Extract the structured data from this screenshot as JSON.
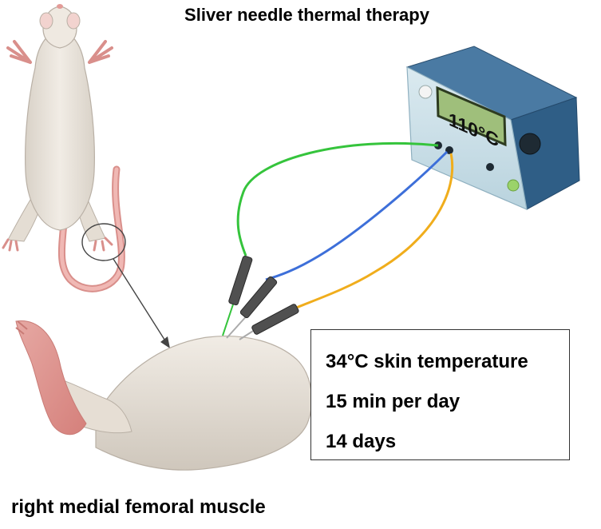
{
  "title": "Sliver needle thermal therapy",
  "device": {
    "display": "110°C"
  },
  "protocol": {
    "lines": [
      "34°C skin temperature",
      "15 min per day",
      "14 days"
    ]
  },
  "caption": "right medial femoral muscle",
  "colors": {
    "wire_green": "#35c43c",
    "wire_blue": "#3d6fd9",
    "wire_orange": "#f0ad1c",
    "device_front": "#c9dfe8",
    "device_body": "#2f5e86",
    "rat_body": "#ebe5dd",
    "rat_tail": "#e9a9a5"
  }
}
